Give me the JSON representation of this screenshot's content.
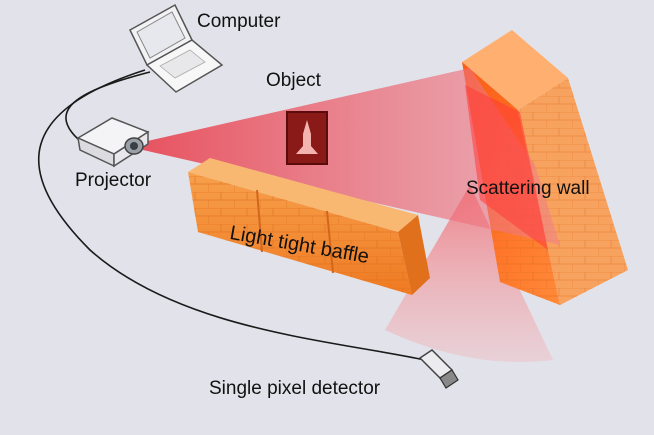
{
  "labels": {
    "computer": "Computer",
    "object": "Object",
    "projector": "Projector",
    "scattering_wall": "Scattering wall",
    "baffle": "Light tight baffle",
    "detector": "Single pixel detector"
  },
  "colors": {
    "background": "#e2e2ea",
    "beam": "#e8575f",
    "wall_front": "#ff6a1a",
    "wall_side": "#f5a15b",
    "baffle": "#f58a2c",
    "object": "#8a1a18",
    "cable": "#1a1a1a"
  }
}
